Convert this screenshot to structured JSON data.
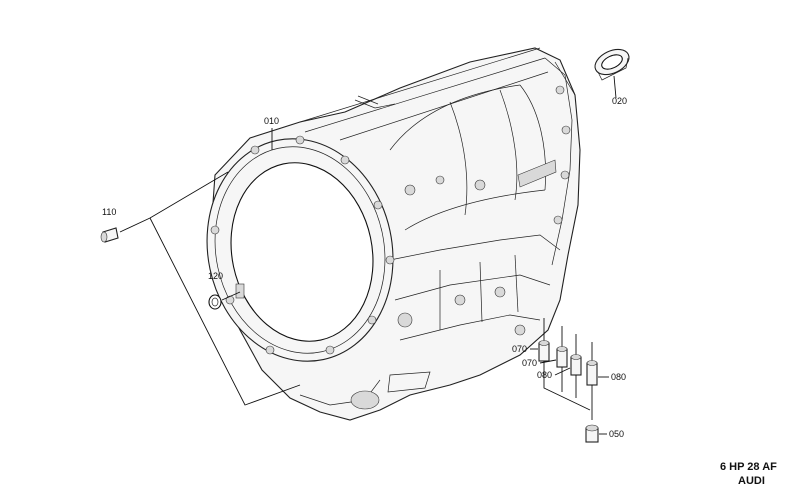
{
  "diagram": {
    "callouts": {
      "c010": "010",
      "c020": "020",
      "c110": "110",
      "c120": "120",
      "c070a": "070",
      "c070b": "070",
      "c080a": "080",
      "c080b": "080",
      "c050": "050"
    },
    "caption": {
      "model": "6 HP 28 AF",
      "make": "AUDI"
    }
  }
}
